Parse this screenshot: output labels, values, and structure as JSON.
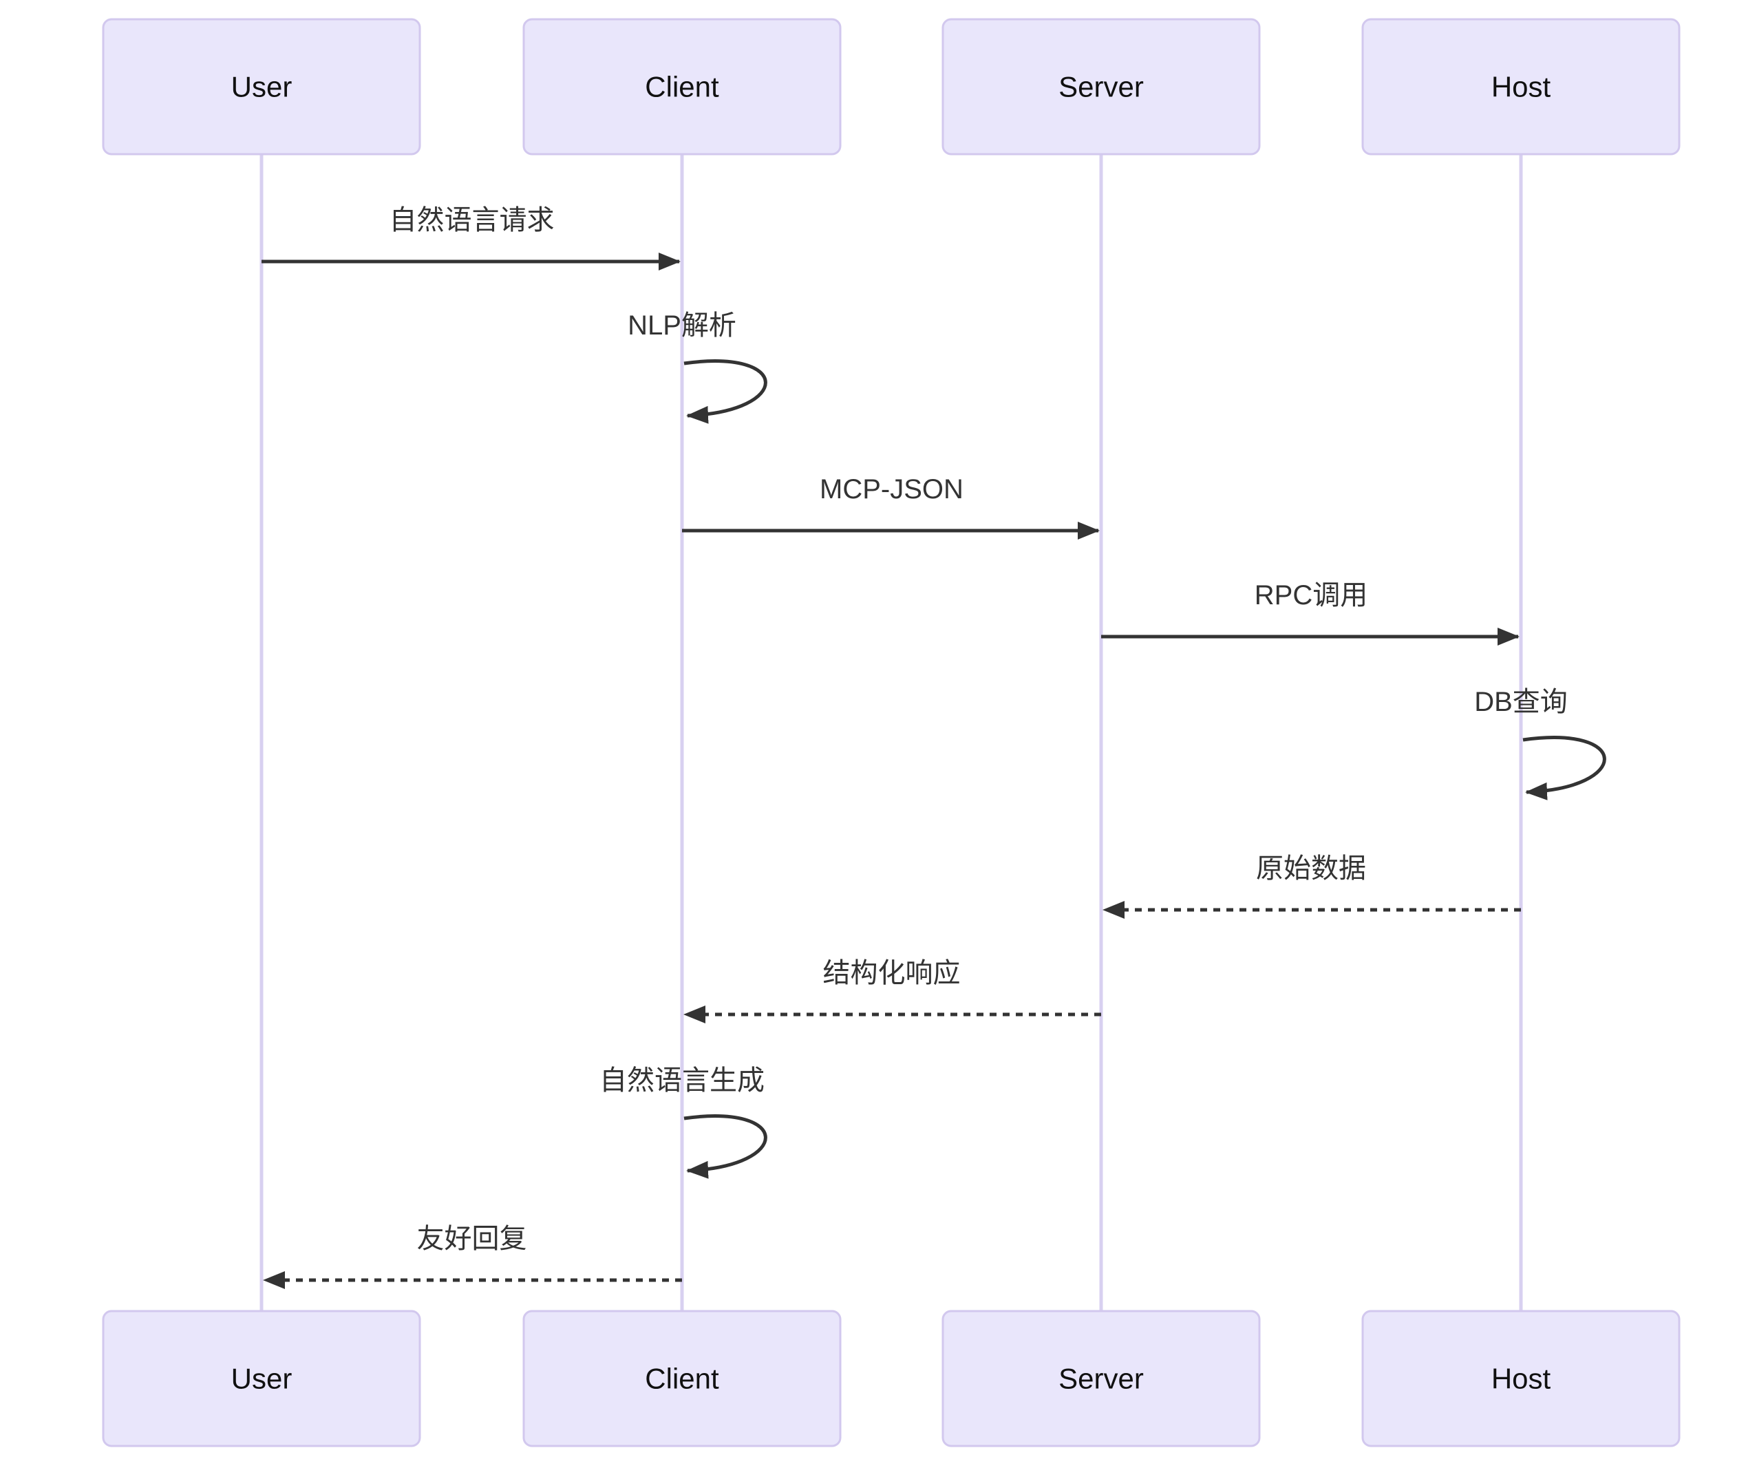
{
  "diagram": {
    "type": "sequence-diagram",
    "actors": [
      {
        "id": "user",
        "label": "User"
      },
      {
        "id": "client",
        "label": "Client"
      },
      {
        "id": "server",
        "label": "Server"
      },
      {
        "id": "host",
        "label": "Host"
      }
    ],
    "messages": [
      {
        "from": "user",
        "to": "client",
        "label": "自然语言请求",
        "line": "solid"
      },
      {
        "from": "client",
        "to": "client",
        "label": "NLP解析",
        "line": "self"
      },
      {
        "from": "client",
        "to": "server",
        "label": "MCP-JSON",
        "line": "solid"
      },
      {
        "from": "server",
        "to": "host",
        "label": "RPC调用",
        "line": "solid"
      },
      {
        "from": "host",
        "to": "host",
        "label": "DB查询",
        "line": "self"
      },
      {
        "from": "host",
        "to": "server",
        "label": "原始数据",
        "line": "dashed"
      },
      {
        "from": "server",
        "to": "client",
        "label": "结构化响应",
        "line": "dashed"
      },
      {
        "from": "client",
        "to": "client",
        "label": "自然语言生成",
        "line": "self"
      },
      {
        "from": "client",
        "to": "user",
        "label": "友好回复",
        "line": "dashed"
      }
    ],
    "colors": {
      "background": "#ffffff",
      "actor_fill": "#E9E6FB",
      "actor_border": "#D2C8EE",
      "lifeline": "#D8D0F0",
      "arrow": "#333333",
      "message_text": "#333333",
      "actor_text": "#111111"
    }
  }
}
